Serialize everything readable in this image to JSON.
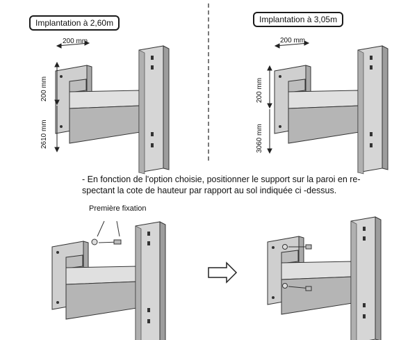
{
  "top_left": {
    "badge": "Implantation à 2,60m",
    "width_label": "200 mm",
    "height_label": "200 mm",
    "ground_label": "2610 mm"
  },
  "top_right": {
    "badge": "Implantation à 3,05m",
    "width_label": "200 mm",
    "height_label": "200 mm",
    "ground_label": "3060 mm"
  },
  "instructions": {
    "line1": "- En fonction de l'option choisie, positionner le support sur la paroi en re-",
    "line2": "spectant la cote de hauteur par rapport au sol indiquée ci -dessus."
  },
  "bottom": {
    "fixation_label": "Première fixation",
    "arrow_icon": "arrow-right-outline-icon"
  },
  "colors": {
    "steel_light": "#d9d9d9",
    "steel_mid": "#bdbdbd",
    "steel_dark": "#8c8c8c",
    "outline": "#333333"
  }
}
